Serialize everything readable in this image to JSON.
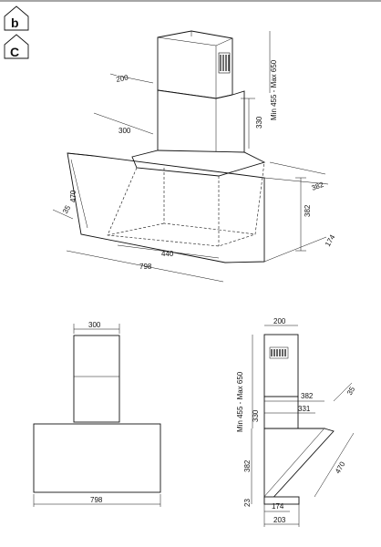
{
  "icons": [
    {
      "name": "ducted-mode-icon",
      "glyph": "b"
    },
    {
      "name": "recirculation-mode-icon",
      "glyph": "C"
    }
  ],
  "iso_view": {
    "chimney_width": "200",
    "chimney_depth": "300",
    "lower_chimney_height": "330",
    "chimney_range": "Min 455 - Max 650",
    "hood_depth": "382",
    "hood_height": "382",
    "glass_length": "470",
    "glass_angle": "35",
    "inner_width": "440",
    "total_width": "798",
    "bottom_height": "174"
  },
  "front_view": {
    "chimney_width": "300",
    "hood_width": "798"
  },
  "side_view": {
    "chimney_depth": "200",
    "chimney_range": "Min 455 - Max 650",
    "lower_chimney_height": "330",
    "depth_382": "382",
    "depth_331": "331",
    "glass_angle": "35",
    "hood_height": "382",
    "glass_length": "470",
    "base_height": "23",
    "bottom_depth": "174",
    "total_depth": "203"
  }
}
